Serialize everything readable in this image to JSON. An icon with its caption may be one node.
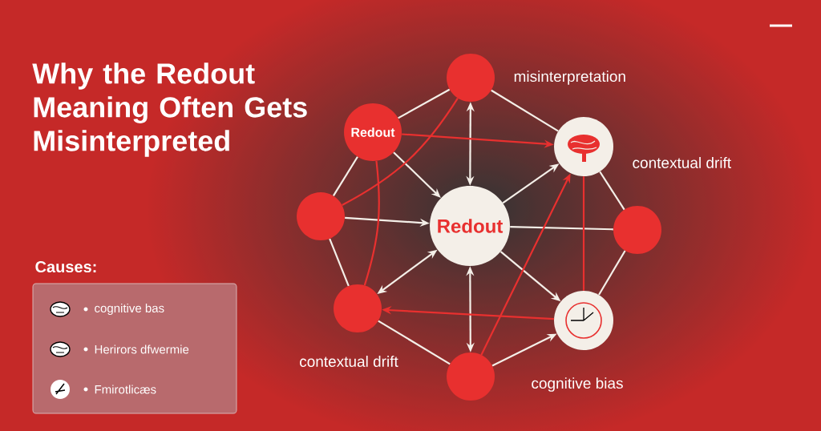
{
  "diagram": {
    "title": "Why the Redout Meaning Often Gets Misinterpreted",
    "nodes": [
      {
        "text": [],
        "shape": "circle",
        "beside": [
          "misinterpretation"
        ]
      },
      {
        "text": [
          "Redout"
        ]
      },
      {
        "text": [],
        "shape": "circle",
        "beside": [
          "contextual drift"
        ]
      },
      {
        "text": [],
        "shape": "circle"
      },
      {
        "text": [
          "Redout"
        ]
      },
      {
        "text": [],
        "shape": "circle"
      },
      {
        "text": [],
        "shape": "circle"
      },
      {
        "text": [],
        "shape": "circle"
      },
      {
        "text": [],
        "shape": "circle"
      }
    ],
    "edges": [
      {
        "from": 0,
        "to": 1,
        "arrow": "none"
      },
      {
        "from": 0,
        "to": 2,
        "arrow": "none"
      },
      {
        "from": 1,
        "to": 3,
        "arrow": "none"
      },
      {
        "from": 2,
        "to": 5,
        "arrow": "none"
      },
      {
        "from": 5,
        "to": 7,
        "arrow": "none"
      },
      {
        "from": 3,
        "to": 6,
        "arrow": "none"
      },
      {
        "from": 6,
        "to": 8,
        "arrow": "none"
      },
      {
        "from": 8,
        "to": 7,
        "arrow": "to"
      },
      {
        "from": 0,
        "to": 4,
        "arrow": "both"
      },
      {
        "from": 4,
        "to": 8,
        "arrow": "both"
      },
      {
        "from": 4,
        "to": 6,
        "arrow": "both"
      },
      {
        "from": 1,
        "to": 4,
        "arrow": "to"
      },
      {
        "from": 3,
        "to": 4,
        "arrow": "to"
      },
      {
        "from": 4,
        "to": 2,
        "arrow": "to"
      },
      {
        "from": 4,
        "to": 7,
        "arrow": "to"
      },
      {
        "from": 4,
        "to": 5,
        "arrow": "none"
      },
      {
        "from": 1,
        "to": 2,
        "arrow": "to",
        "color": "#e8302f"
      },
      {
        "from": 7,
        "to": 6,
        "arrow": "to",
        "color": "#e8302f"
      },
      {
        "from": 3,
        "to": 0,
        "arrow": "none",
        "color": "#e8302f"
      },
      {
        "from": 1,
        "to": 6,
        "arrow": "none",
        "color": "#e8302f"
      },
      {
        "from": 8,
        "to": 2,
        "arrow": "to",
        "color": "#e8302f"
      },
      {
        "from": 2,
        "to": 7,
        "arrow": "none",
        "color": "#e8302f"
      }
    ],
    "labels": [
      "Causes:",
      "contextual drift",
      "cognitive bias"
    ],
    "legend": [
      {
        "text": "cognitive bas"
      },
      {
        "text": "Herirors dfwermie"
      },
      {
        "text": "Fmirotlicæs"
      }
    ]
  }
}
